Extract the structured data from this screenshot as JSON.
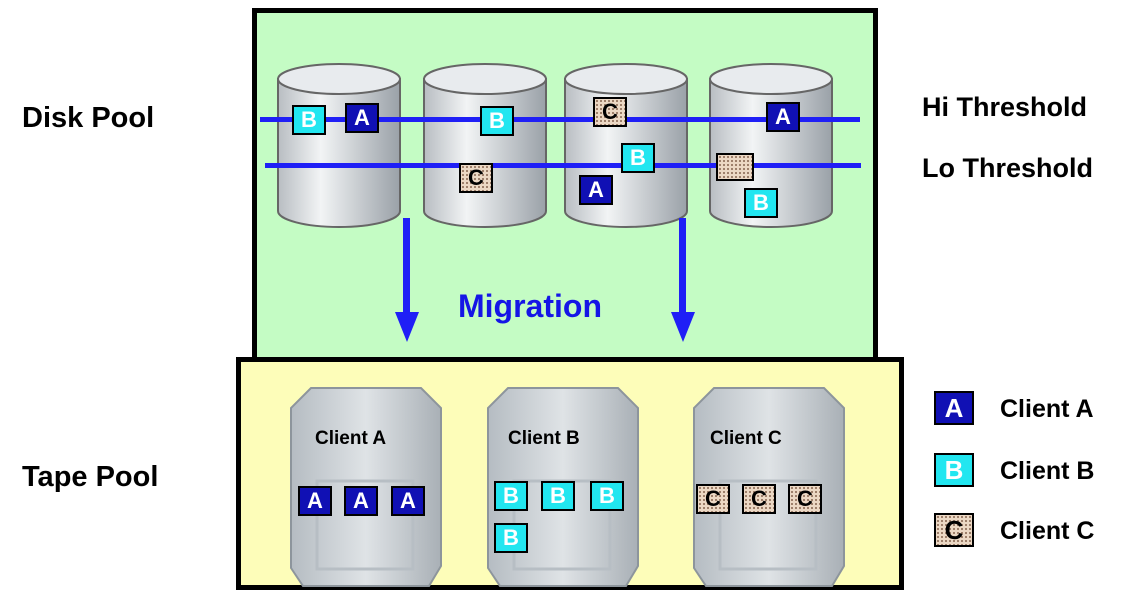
{
  "labels": {
    "disk_pool": "Disk Pool",
    "tape_pool": "Tape Pool",
    "hi_threshold": "Hi Threshold",
    "lo_threshold": "Lo Threshold",
    "migration": "Migration"
  },
  "block_letters": {
    "a": "A",
    "b": "B",
    "c": "C"
  },
  "tape_cartridges": [
    {
      "name": "Client A"
    },
    {
      "name": "Client B"
    },
    {
      "name": "Client C"
    }
  ],
  "legend": [
    {
      "letter": "A",
      "label": "Client A"
    },
    {
      "letter": "B",
      "label": "Client B"
    },
    {
      "letter": "C",
      "label": "Client C"
    }
  ],
  "colors": {
    "disk_pool_bg": "#c4fcc4",
    "tape_pool_bg": "#fdfdb9",
    "threshold_line": "#1f1ff6",
    "client_a": "#1010b4",
    "client_b": "#22e6f0",
    "client_c": "#ecd8c4",
    "migration_text": "#1515e6"
  }
}
